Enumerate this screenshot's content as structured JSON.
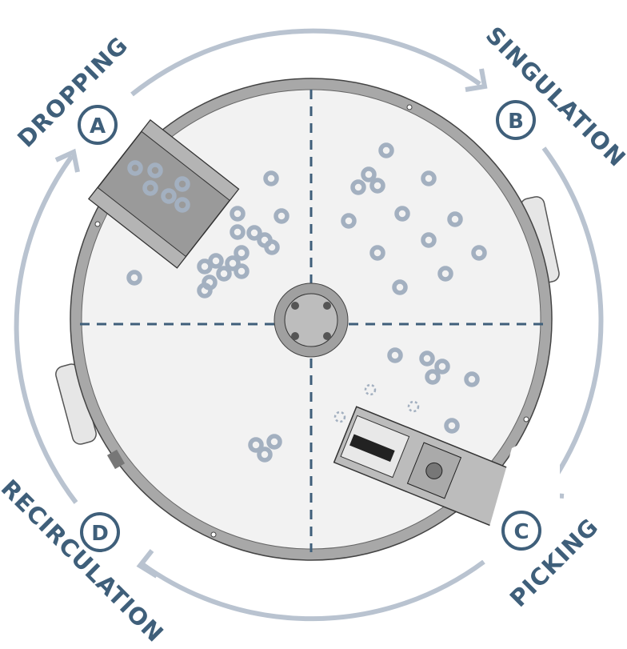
{
  "stages": [
    {
      "letter": "A",
      "label": "DROPPING"
    },
    {
      "letter": "B",
      "label": "SINGULATION"
    },
    {
      "letter": "C",
      "label": "PICKING"
    },
    {
      "letter": "D",
      "label": "RECIRCULATION"
    }
  ],
  "colors": {
    "accent": "#3f5f7a",
    "cycle": "#b9c3d0",
    "part": "#a3b0c0",
    "disk": "#f2f2f2",
    "rim": "#a8a8a8"
  }
}
